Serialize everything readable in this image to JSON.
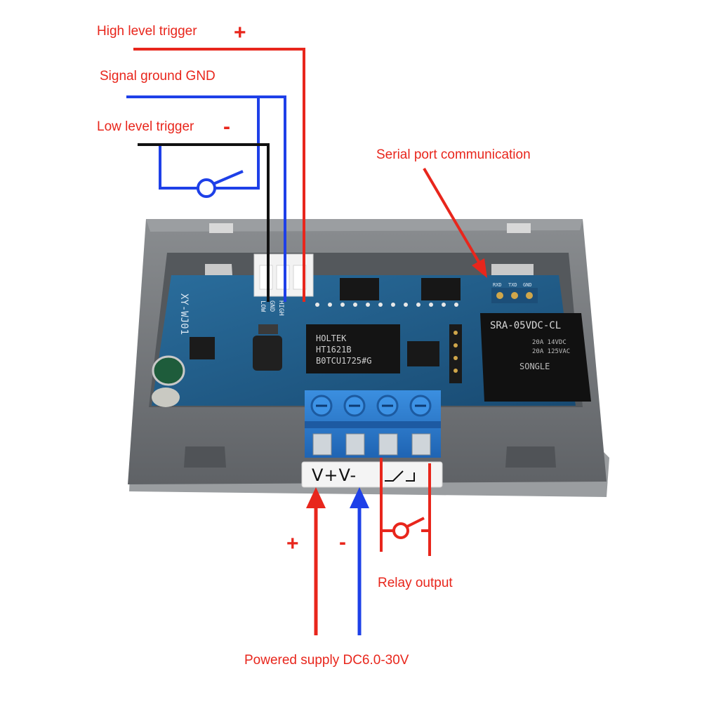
{
  "labels": {
    "high_level_trigger": "High level trigger",
    "signal_ground": "Signal ground GND",
    "low_level_trigger": "Low level trigger",
    "serial_port": "Serial port communication",
    "relay_output": "Relay output",
    "power_supply": "Powered supply DC6.0-30V"
  },
  "signs": {
    "high_plus": "+",
    "low_minus": "-",
    "power_plus": "+",
    "power_minus": "-"
  },
  "board": {
    "model": "XY-WJ01",
    "connector_pins": [
      "LOW",
      "GND",
      "HIGH"
    ],
    "mcu_line1": "HOLTEK",
    "mcu_line2": "HT1621B",
    "mcu_line3": "B0TCU1725#G",
    "serial_pins": [
      "RXD",
      "TXD",
      "GND"
    ],
    "relay_model": "SRA-05VDC-CL",
    "relay_rating1": "20A 14VDC",
    "relay_rating2": "20A 125VAC",
    "relay_brand": "SONGLE",
    "terminal_label": "V+V-"
  },
  "colors": {
    "positive": "#e8261c",
    "negative": "#1e40e8",
    "ground_wire": "#111111",
    "pcb": "#1f5a86",
    "case": "#6f7276",
    "terminal": "#2f7fd0"
  }
}
